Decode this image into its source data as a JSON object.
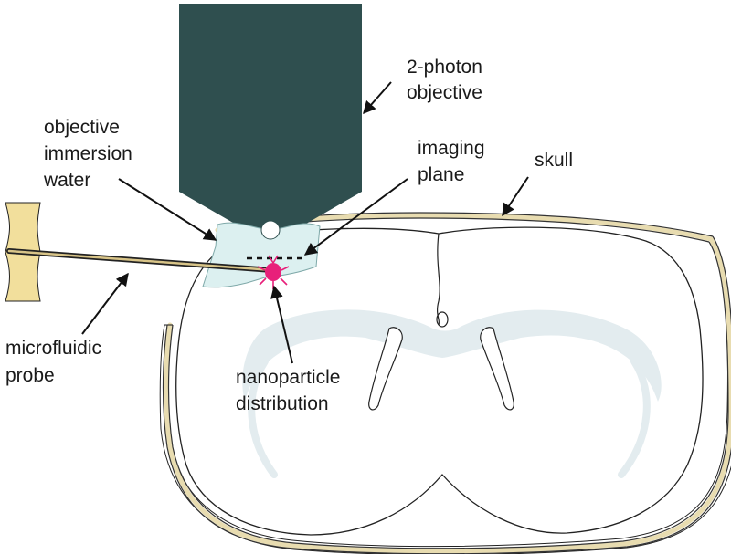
{
  "labels": {
    "objective": [
      "2-photon",
      "objective"
    ],
    "immersion": [
      "objective",
      "immersion",
      "water"
    ],
    "imaging_plane": [
      "imaging",
      "plane"
    ],
    "skull": [
      "skull"
    ],
    "probe": [
      "microfluidic",
      "probe"
    ],
    "nanoparticle": [
      "nanoparticle",
      "distribution"
    ]
  },
  "colors": {
    "objective": "#2f4f4f",
    "water": "#dcf0f0",
    "skull": "#e8dcb0",
    "probe_handle": "#f2df9c",
    "nanoparticle": "#e8207a",
    "ventricle": "#e3ecef",
    "outline": "#222222"
  }
}
